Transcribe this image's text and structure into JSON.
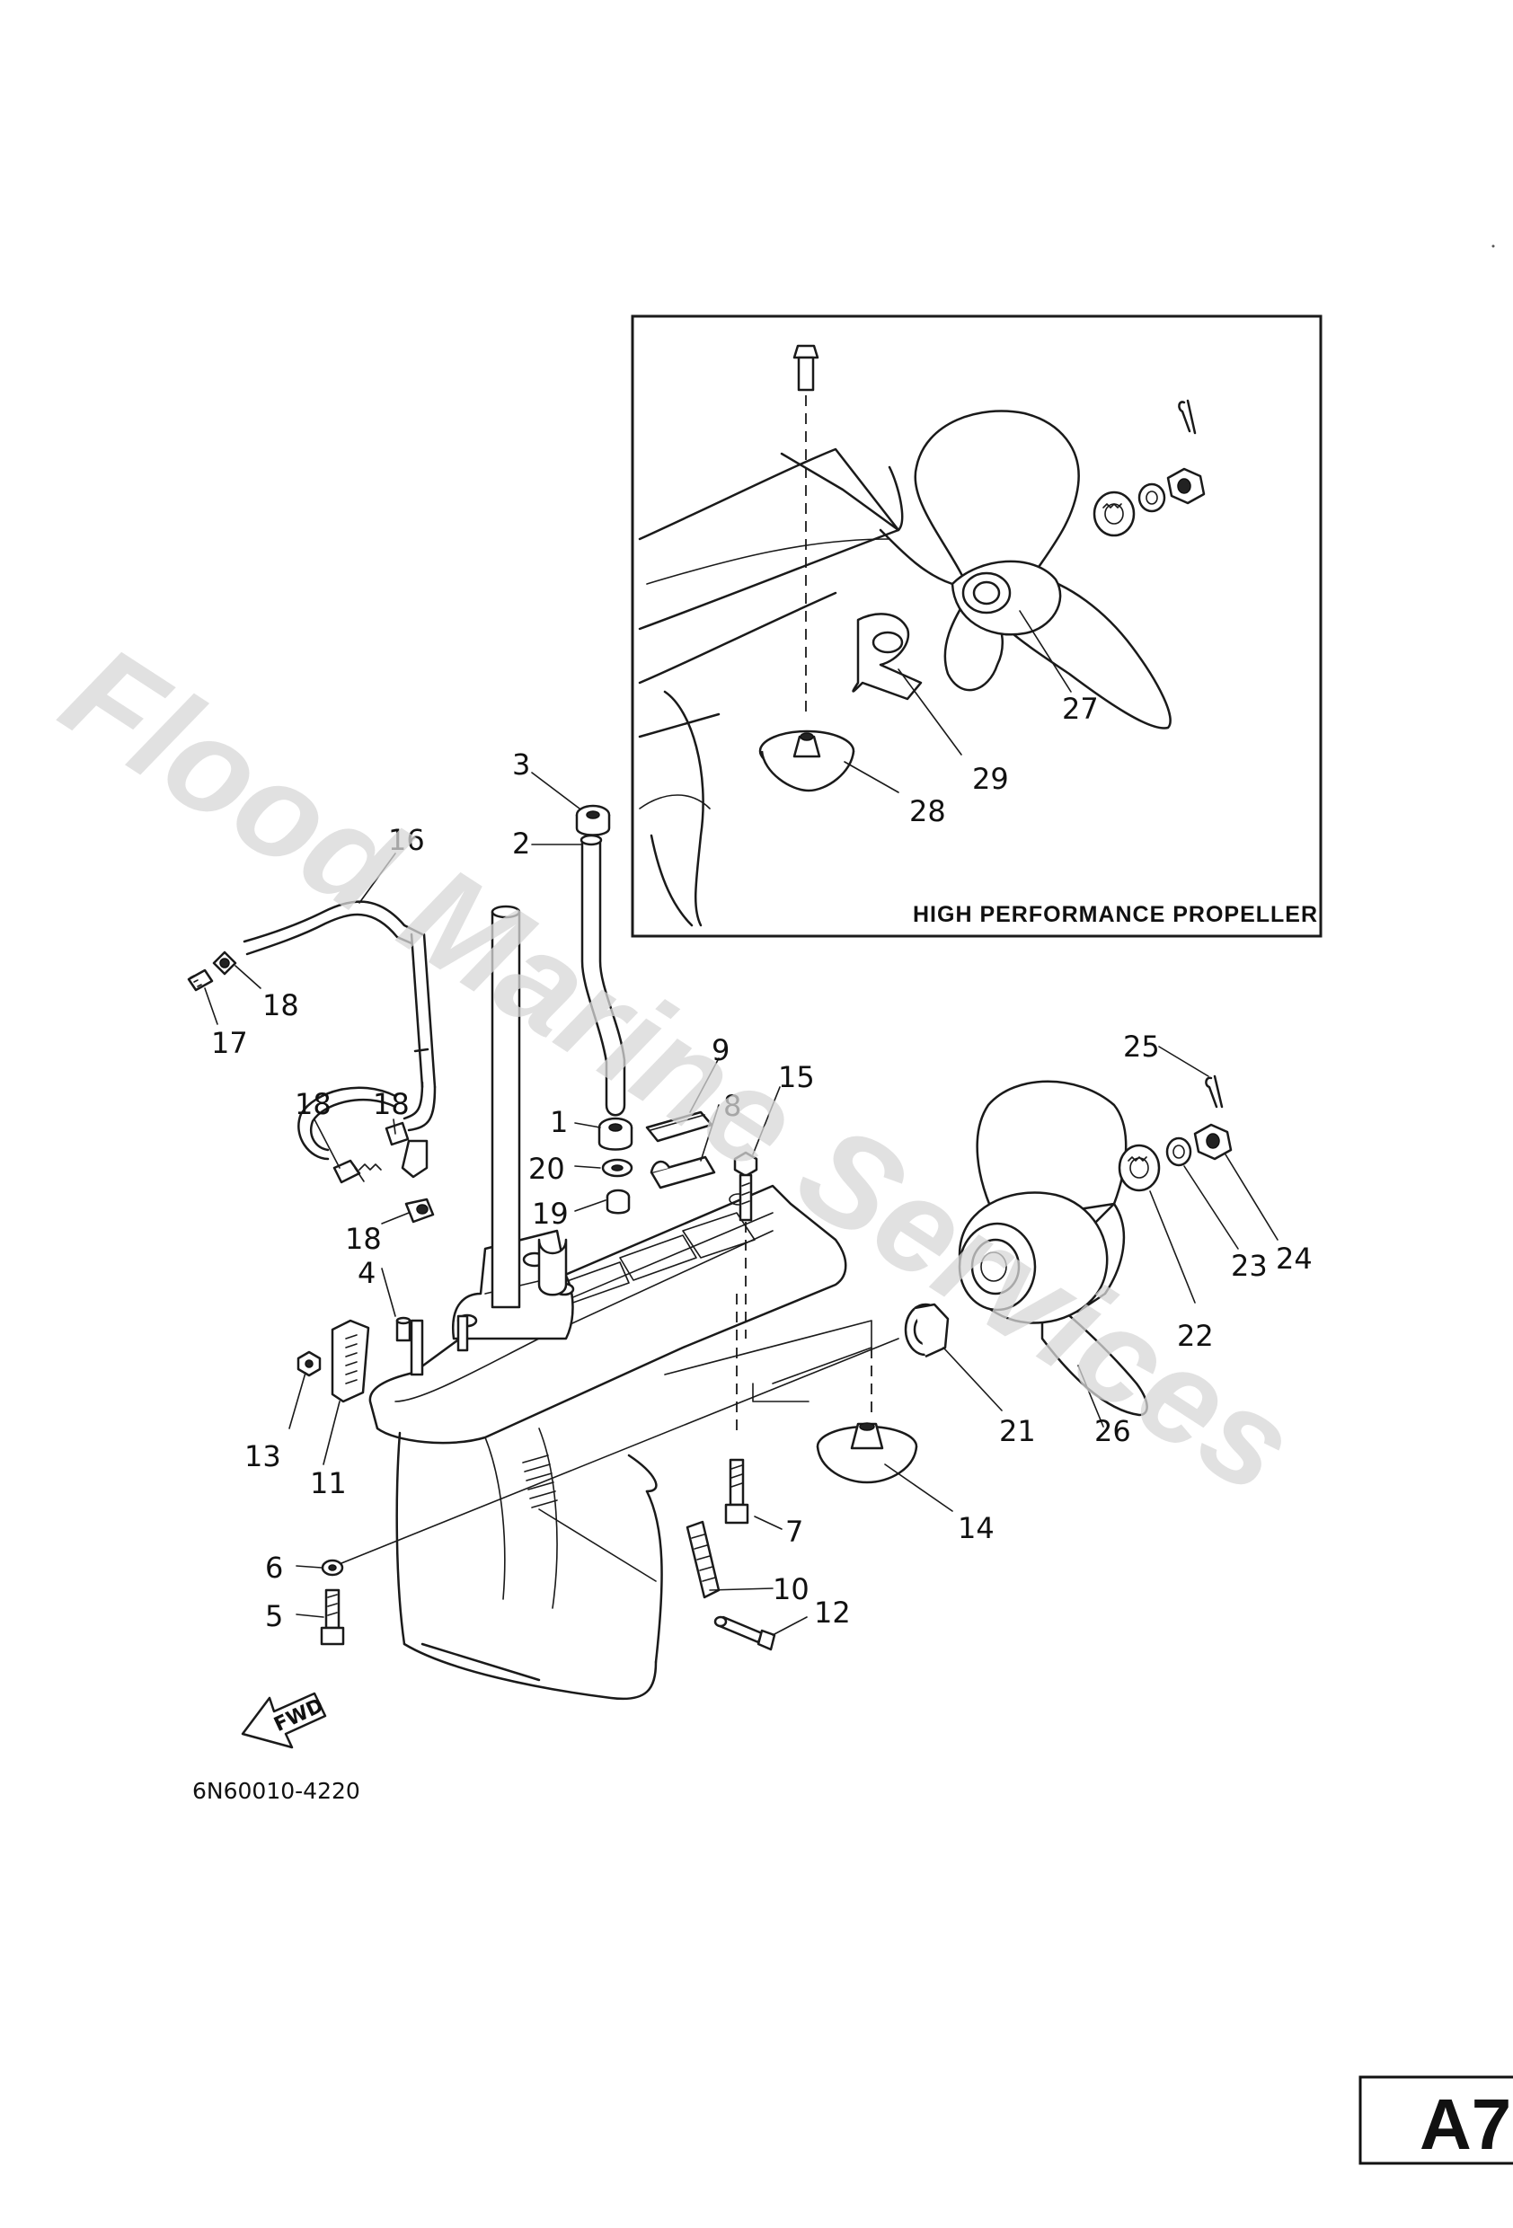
{
  "inset": {
    "caption": "HIGH PERFORMANCE PROPELLER"
  },
  "callouts": {
    "c1": "1",
    "c2": "2",
    "c3": "3",
    "c4": "4",
    "c5": "5",
    "c6": "6",
    "c7": "7",
    "c8": "8",
    "c9": "9",
    "c10": "10",
    "c11": "11",
    "c12": "12",
    "c13": "13",
    "c14": "14",
    "c15": "15",
    "c16": "16",
    "c17": "17",
    "c18a": "18",
    "c18b": "18",
    "c18c": "18",
    "c18d": "18",
    "c19": "19",
    "c20": "20",
    "c21": "21",
    "c22": "22",
    "c23": "23",
    "c24": "24",
    "c25": "25",
    "c26": "26",
    "c27": "27",
    "c28": "28",
    "c29": "29"
  },
  "fwd_label": "FWD",
  "document_code": "6N60010-4220",
  "page_tab": "A7",
  "watermark_text": "Flood Marine Services"
}
